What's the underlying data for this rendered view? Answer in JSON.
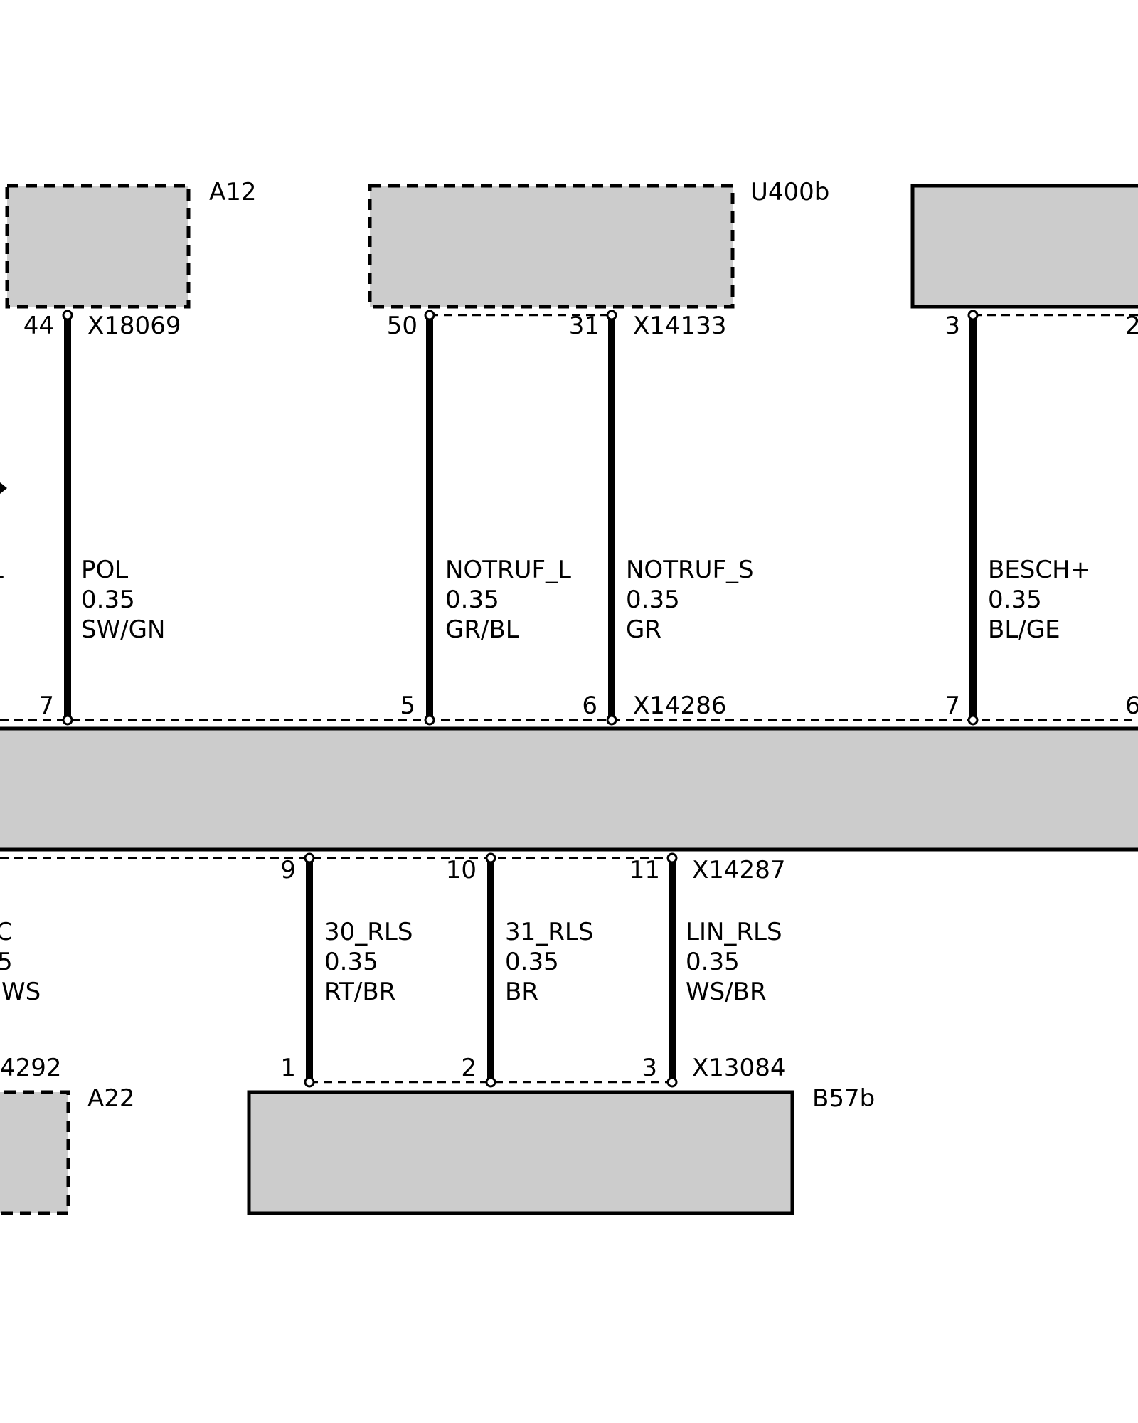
{
  "components": {
    "a12": "A12",
    "u400b": "U400b",
    "a22": "A22",
    "b57b": "B57b"
  },
  "connectors": {
    "x18069": "X18069",
    "x14133": "X14133",
    "x14286": "X14286",
    "x14287": "X14287",
    "x13084": "X13084",
    "x14292_partial": "4292"
  },
  "pins": {
    "a12_44": "44",
    "u400b_50": "50",
    "u400b_31": "31",
    "right_top_3": "3",
    "right_top_2_partial": "2",
    "bus_top_7_left": "7",
    "bus_top_5": "5",
    "bus_top_6": "6",
    "bus_top_7_right": "7",
    "bus_top_6_right_partial": "6",
    "bus_bottom_9": "9",
    "bus_bottom_10": "10",
    "bus_bottom_11": "11",
    "b57b_1": "1",
    "b57b_2": "2",
    "b57b_3": "3"
  },
  "wires": {
    "pol": {
      "name": "POL",
      "size": "0.35",
      "color": "SW/GN"
    },
    "notruf_l": {
      "name": "NOTRUF_L",
      "size": "0.35",
      "color": "GR/BL"
    },
    "notruf_s": {
      "name": "NOTRUF_S",
      "size": "0.35",
      "color": "GR"
    },
    "besch": {
      "name": "BESCH+",
      "size": "0.35",
      "color": "BL/GE"
    },
    "rls30": {
      "name": "30_RLS",
      "size": "0.35",
      "color": "RT/BR"
    },
    "rls31": {
      "name": "31_RLS",
      "size": "0.35",
      "color": "BR"
    },
    "lin_rls": {
      "name": "LIN_RLS",
      "size": "0.35",
      "color": "WS/BR"
    },
    "left_partial_top": {
      "name": "L"
    },
    "left_partial_bottom": {
      "name": "C",
      "size": "5",
      "color": "WS"
    }
  },
  "colors": {
    "component_fill": "#cccccc",
    "line": "#000000",
    "background": "#ffffff"
  }
}
